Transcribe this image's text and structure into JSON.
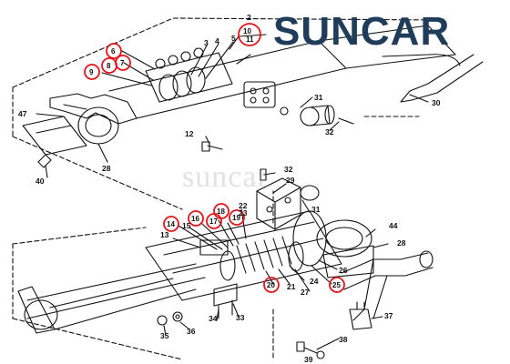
{
  "brand": {
    "logo": "SUNCAR",
    "watermark": "suncar"
  },
  "colors": {
    "line": "#111111",
    "highlight_circle": "#e3141b",
    "logo": "#1f3d5a",
    "background": "#ffffff"
  },
  "upper_assembly": {
    "labels": [
      "2",
      "3",
      "4",
      "5",
      "10",
      "11",
      "6",
      "7",
      "8",
      "9",
      "47",
      "12",
      "28",
      "40",
      "31",
      "32",
      "30"
    ],
    "highlighted": [
      "6",
      "7",
      "8",
      "9",
      "10",
      "11"
    ]
  },
  "lower_assembly": {
    "labels": [
      "32",
      "29",
      "22",
      "23",
      "18",
      "19",
      "17",
      "16",
      "14",
      "15",
      "13",
      "31",
      "44",
      "28",
      "20",
      "21",
      "24",
      "27",
      "25",
      "26",
      "34",
      "33",
      "35",
      "36",
      "37",
      "38",
      "39"
    ],
    "highlighted": [
      "14",
      "16",
      "17",
      "18",
      "19",
      "20",
      "25"
    ]
  }
}
